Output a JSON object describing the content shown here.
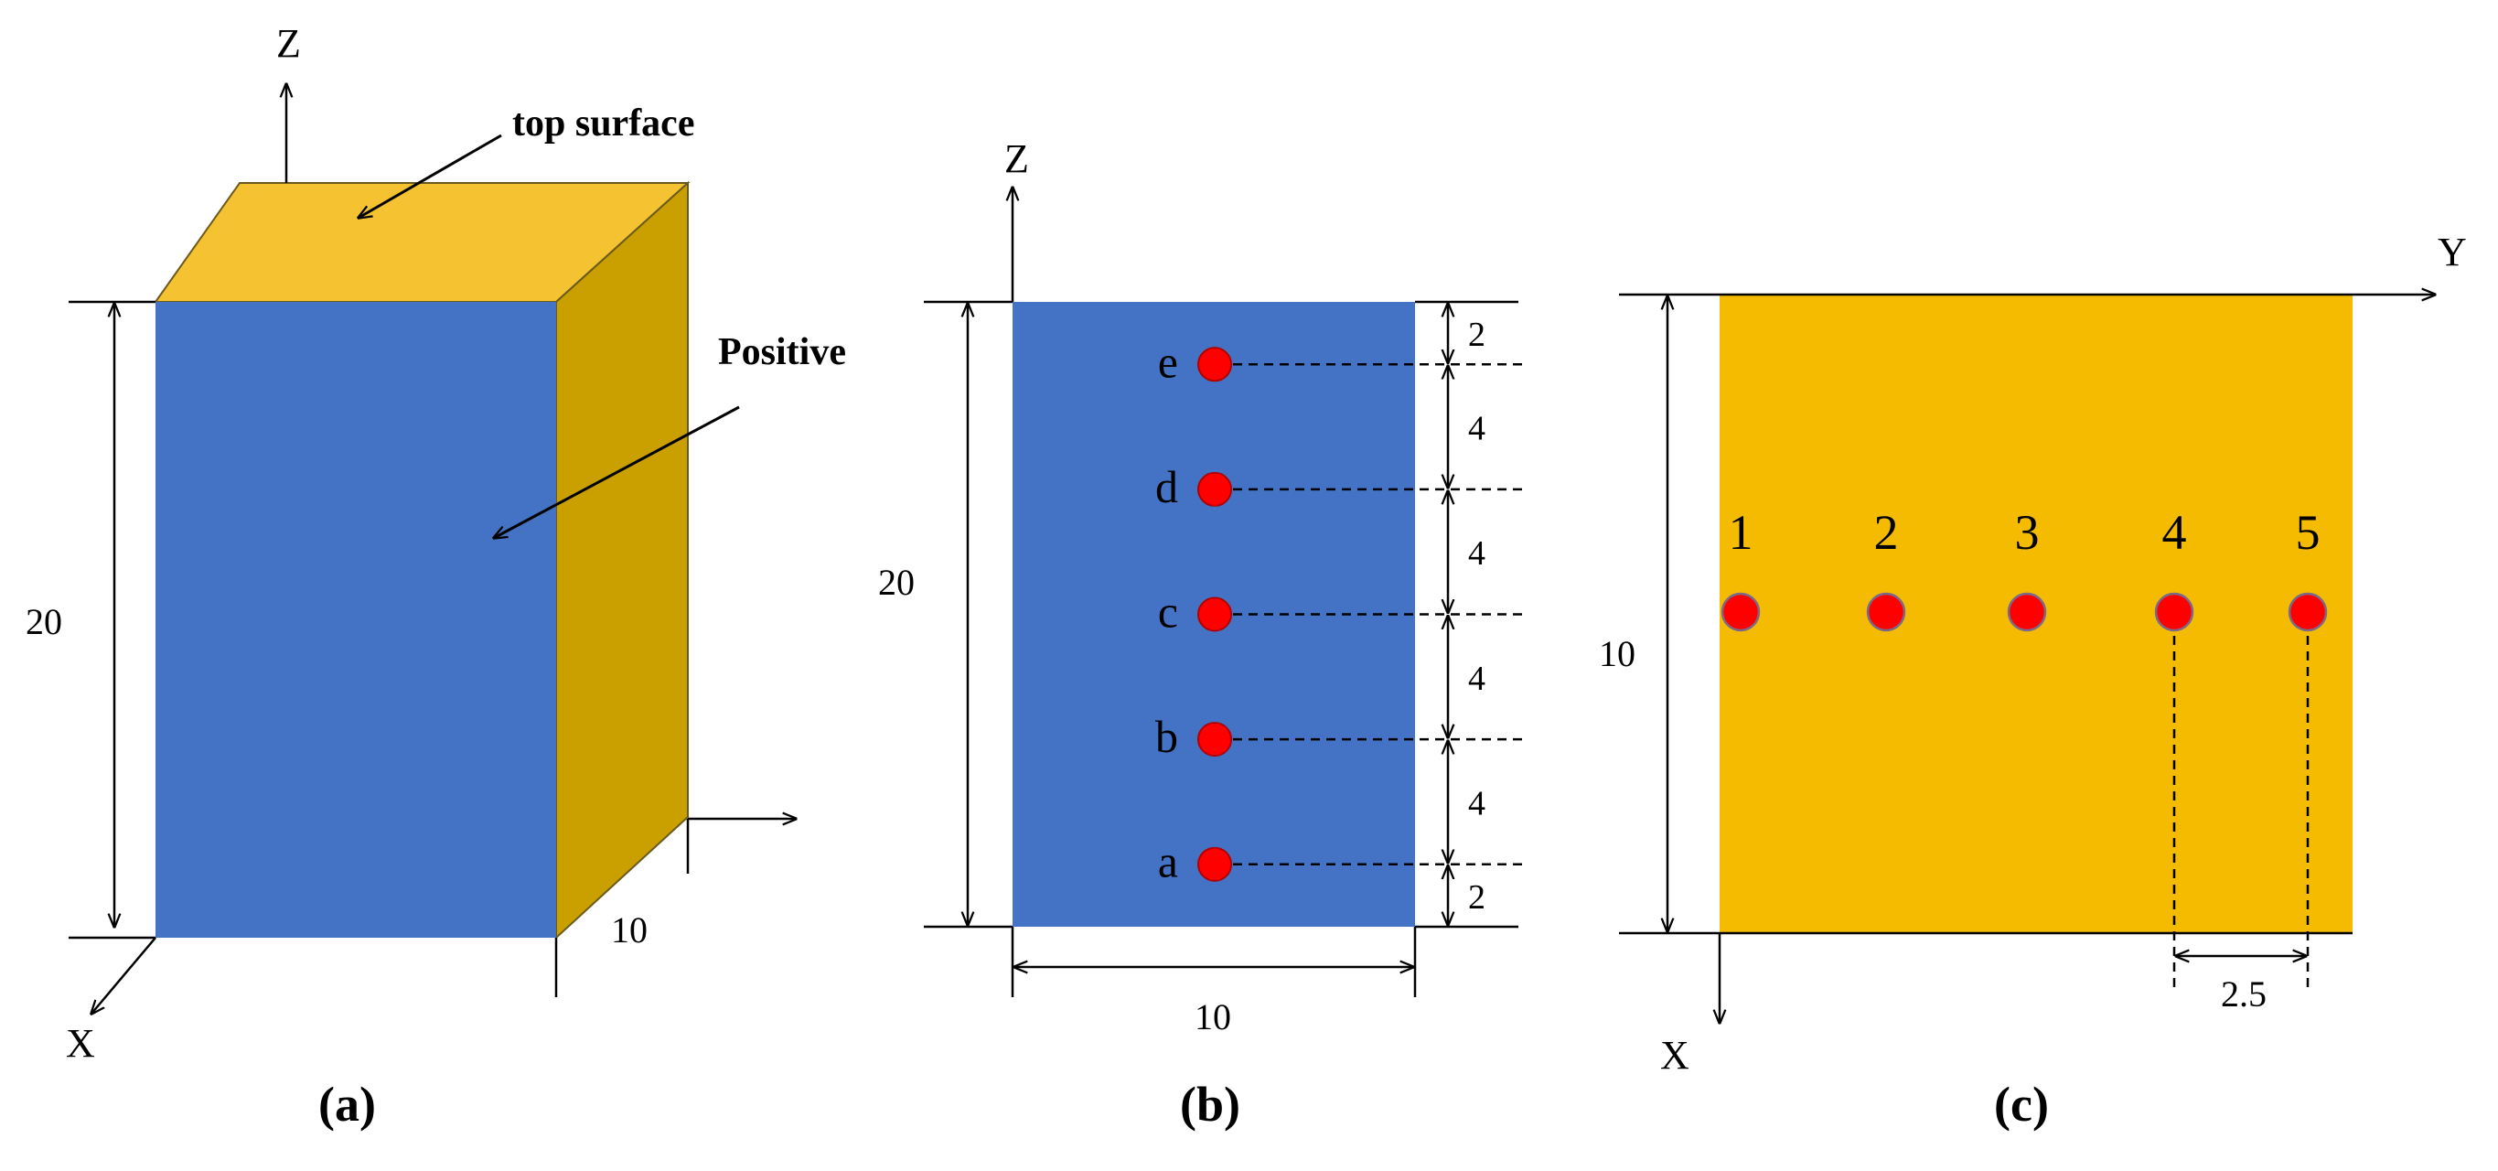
{
  "colors": {
    "blue_face": "#4472C4",
    "gold_top": "#F5C232",
    "gold_side": "#C9A000",
    "gold_plane": "#F5BB00",
    "point_red": "#FF0000",
    "point_outline": "#B00000",
    "line": "#000000"
  },
  "panel_a": {
    "caption": "(a)",
    "axis_z": "Z",
    "axis_x": "X",
    "top_surface_label": "top surface",
    "positive_label": "Positive",
    "height_label": "20",
    "depth_label": "10"
  },
  "panel_b": {
    "caption": "(b)",
    "axis_z": "Z",
    "height_label": "20",
    "width_label": "10",
    "points": [
      {
        "label": "e"
      },
      {
        "label": "d"
      },
      {
        "label": "c"
      },
      {
        "label": "b"
      },
      {
        "label": "a"
      }
    ],
    "spacings": [
      "2",
      "4",
      "4",
      "4",
      "4",
      "2"
    ]
  },
  "panel_c": {
    "caption": "(c)",
    "axis_y": "Y",
    "axis_x": "X",
    "height_label": "10",
    "spacing_label": "2.5",
    "points": [
      {
        "label": "1"
      },
      {
        "label": "2"
      },
      {
        "label": "3"
      },
      {
        "label": "4"
      },
      {
        "label": "5"
      }
    ]
  }
}
